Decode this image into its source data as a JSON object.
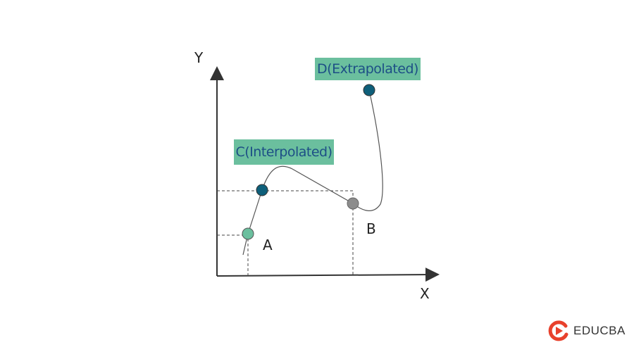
{
  "axes": {
    "x_label": "X",
    "y_label": "Y"
  },
  "points": [
    {
      "id": "A",
      "label": "A",
      "color": "#6bbf9e"
    },
    {
      "id": "B",
      "label": "B",
      "color": "#8c8c8c"
    },
    {
      "id": "C",
      "label": "C(Interpolated)",
      "color": "#0e5f7a"
    },
    {
      "id": "D",
      "label": "D(Extrapolated)",
      "color": "#0e5f7a"
    }
  ],
  "label_box_color": "#6bbf9e",
  "logo": {
    "text": "EDUCBA",
    "color": "#e8412c"
  }
}
